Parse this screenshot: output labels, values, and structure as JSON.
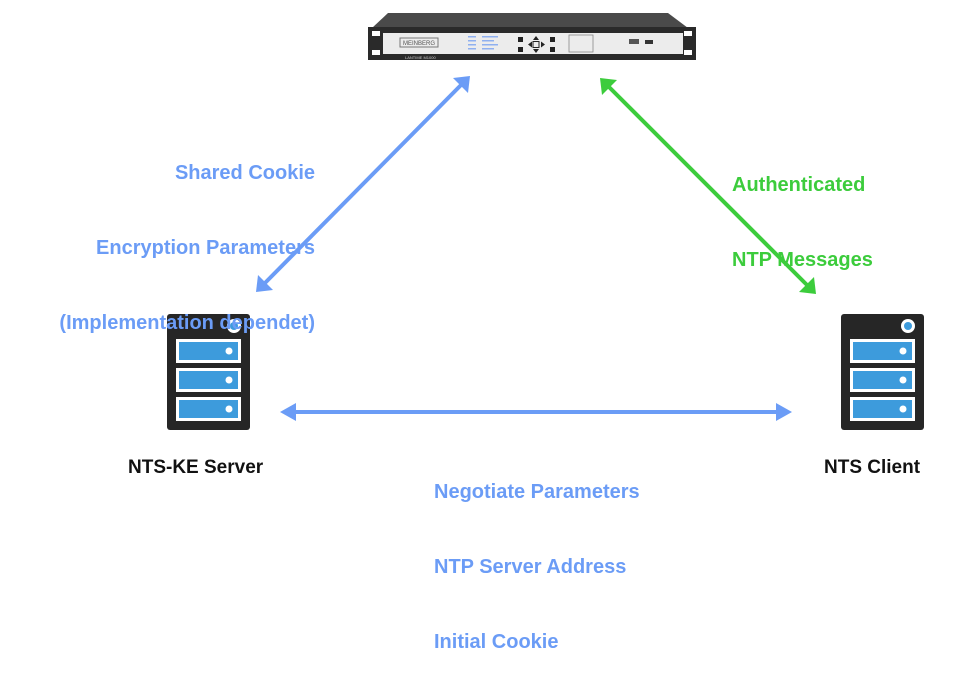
{
  "nodes": {
    "time_server": {
      "device_label": "LANTIME M1000"
    },
    "ke_server": {
      "label": "NTS-KE Server"
    },
    "client": {
      "label": "NTS Client"
    }
  },
  "edges": {
    "ke_to_time_server": {
      "lines": [
        "Shared Cookie",
        "Encryption Parameters",
        "(Implementation dependet)"
      ],
      "color": "#6b9cf6"
    },
    "time_server_to_client": {
      "lines": [
        "Authenticated",
        "NTP Messages"
      ],
      "color": "#3ccc3c"
    },
    "ke_to_client": {
      "lines": [
        "Negotiate Parameters",
        "NTP Server Address",
        "Initial Cookie"
      ],
      "color": "#6b9cf6"
    }
  }
}
